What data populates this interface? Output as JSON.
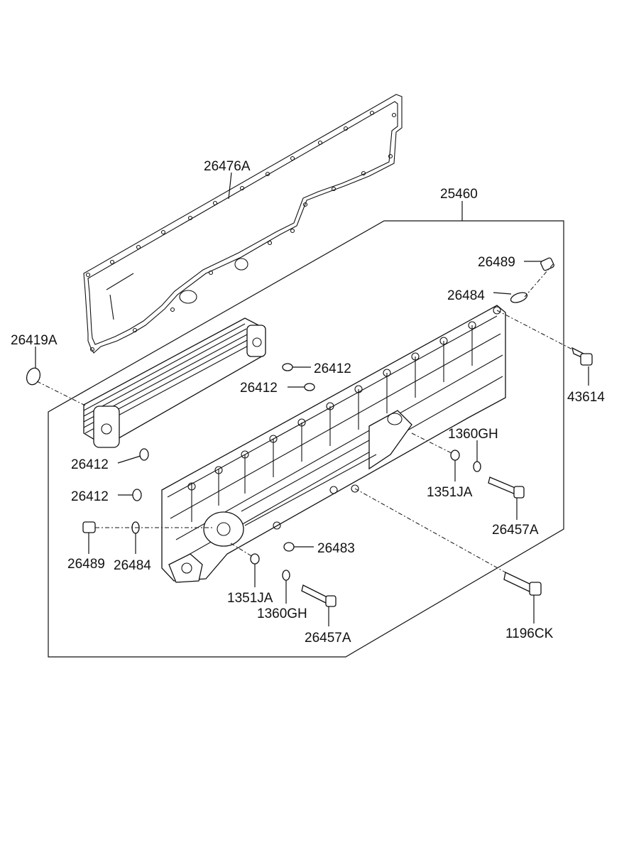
{
  "diagram": {
    "part_labels": {
      "gasket": "26476A",
      "assembly": "25460",
      "plug_top": "26489",
      "oring_top": "26484",
      "oring_cooler": "26419A",
      "oring_a": "26412",
      "oring_b": "26412",
      "oring_c": "26412",
      "oring_d": "26412",
      "bolt_top": "43614",
      "washer_right_gh": "1360GH",
      "washer_right_ja": "1351JA",
      "bolt_right": "26457A",
      "plug_left": "26489",
      "oring_left": "26484",
      "oring_center": "26483",
      "washer_lower_ja": "1351JA",
      "washer_lower_gh": "1360GH",
      "bolt_lower": "26457A",
      "bolt_long": "1196CK"
    }
  }
}
